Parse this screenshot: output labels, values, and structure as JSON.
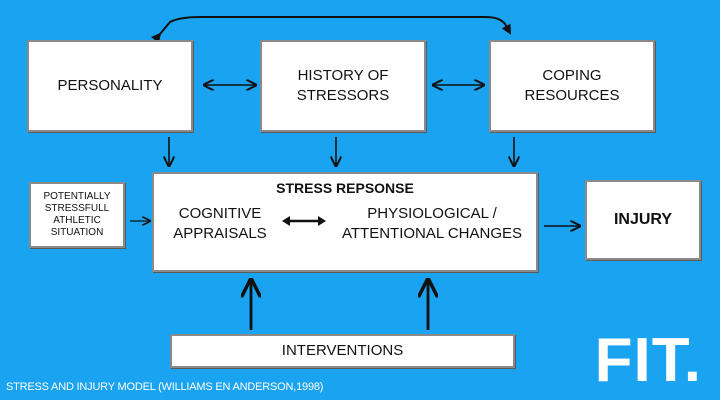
{
  "diagram": {
    "personality": "PERSONALITY",
    "history": "HISTORY OF\nSTRESSORS",
    "coping": "COPING\nRESOURCES",
    "situation": "POTENTIALLY\nSTRESSFULL\nATHLETIC\nSITUATION",
    "stress_title": "STRESS REPSONSE",
    "cognitive": "COGNITIVE\nAPPRAISALS",
    "physiological": "PHYSIOLOGICAL /\nATTENTIONAL CHANGES",
    "injury": "INJURY",
    "interventions": "INTERVENTIONS"
  },
  "caption": "STRESS AND INJURY MODEL (WILLIAMS EN ANDERSON,1998)",
  "brand": "FIT.",
  "colors": {
    "background": "#1aa3f0",
    "box": "#ffffff",
    "border": "#8a8a8a",
    "text": "#111111"
  }
}
